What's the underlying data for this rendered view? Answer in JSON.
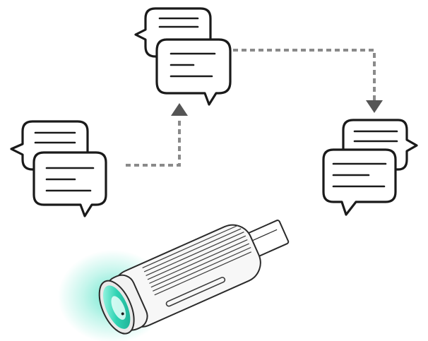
{
  "diagram": {
    "nodes": [
      {
        "id": "top",
        "icon": "chat-bubbles-icon"
      },
      {
        "id": "left",
        "icon": "chat-bubbles-icon"
      },
      {
        "id": "right",
        "icon": "chat-bubbles-icon"
      },
      {
        "id": "device",
        "icon": "usb-stick-icon"
      }
    ],
    "edges": [
      {
        "from": "left",
        "to": "top",
        "style": "dashed",
        "arrow": "up"
      },
      {
        "from": "top",
        "to": "right",
        "style": "dashed",
        "arrow": "down"
      }
    ],
    "colors": {
      "outline": "#1a1a1a",
      "connector": "#8a8a8a",
      "arrow": "#555555",
      "glow": "#3fe0c0",
      "lens": "#2fd3b3"
    }
  }
}
